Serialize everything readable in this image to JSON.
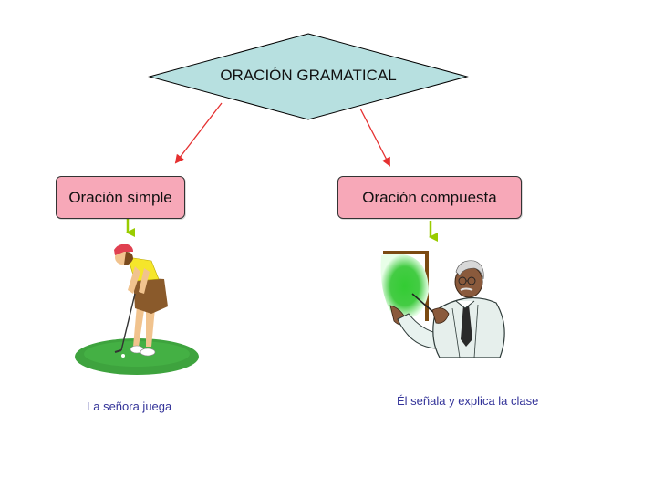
{
  "diagram": {
    "root": {
      "label": "ORACIÓN GRAMATICAL",
      "fill": "#b7e0e0",
      "stroke": "#000000"
    },
    "branches": [
      {
        "label": "Oración simple",
        "example": "La señora juega",
        "illustration": "golfer-clipart"
      },
      {
        "label": "Oración compuesta",
        "example": "Él señala y explica la clase",
        "illustration": "teacher-pointing-clipart"
      }
    ],
    "colors": {
      "box_fill": "#f7a8b8",
      "arrow_red": "#e53030",
      "arrow_green": "#99cc00",
      "caption_text": "#333399"
    }
  }
}
